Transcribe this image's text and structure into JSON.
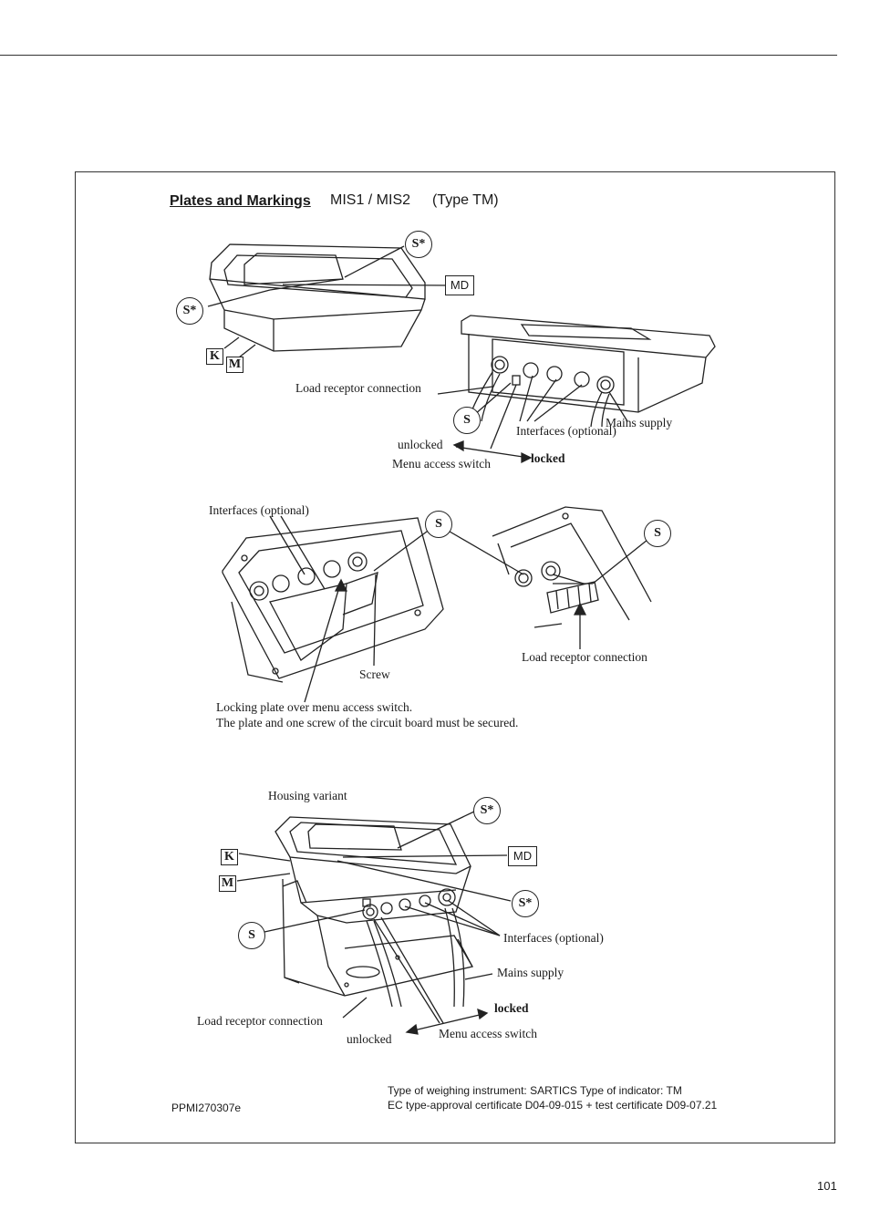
{
  "header": {
    "title": "Plates and Markings",
    "model": "MIS1 / MIS2",
    "type": "(Type TM)"
  },
  "markers": {
    "s": "S",
    "s_star": "S*",
    "md": "MD",
    "k": "K",
    "m": "M"
  },
  "labels": {
    "load_receptor_connection": "Load receptor connection",
    "mains_supply": "Mains supply",
    "interfaces_optional": "Interfaces (optional)",
    "unlocked": "unlocked",
    "locked": "locked",
    "menu_access_switch": "Menu access switch",
    "screw": "Screw",
    "locking_plate_1": "Locking plate over menu access switch.",
    "locking_plate_2": "The plate and one screw of the circuit board must be secured.",
    "housing_variant": "Housing variant"
  },
  "footer": {
    "code": "PPMI270307e",
    "instrument": "Type of weighing instrument: SARTICS    Type of indicator: TM",
    "certificate": "EC type-approval certificate D04-09-015  +  test certificate D09-07.21"
  },
  "page_number": "101"
}
